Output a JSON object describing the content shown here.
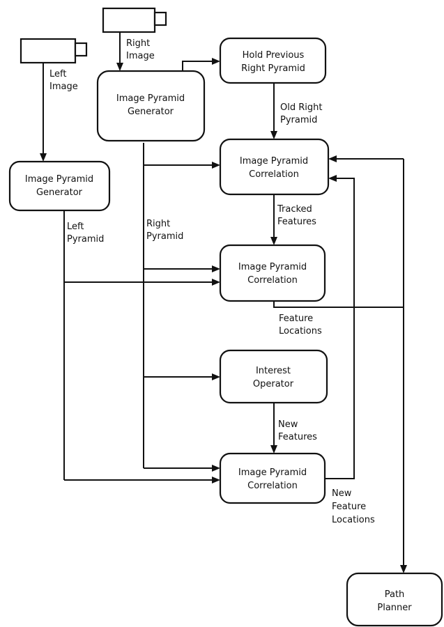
{
  "boxes": {
    "left_generator": [
      "Image Pyramid",
      "Generator"
    ],
    "right_generator": [
      "Image Pyramid",
      "Generator"
    ],
    "hold_previous": [
      "Hold Previous",
      "Right Pyramid"
    ],
    "correlation_top": [
      "Image Pyramid",
      "Correlation"
    ],
    "correlation_mid": [
      "Image Pyramid",
      "Correlation"
    ],
    "interest_operator": [
      "Interest",
      "Operator"
    ],
    "correlation_bottom": [
      "Image Pyramid",
      "Correlation"
    ],
    "path_planner": [
      "Path",
      "Planner"
    ]
  },
  "labels": {
    "left_image": [
      "Left",
      "Image"
    ],
    "right_image": [
      "Right",
      "Image"
    ],
    "old_right_pyramid": [
      "Old Right",
      "Pyramid"
    ],
    "left_pyramid": [
      "Left",
      "Pyramid"
    ],
    "right_pyramid": [
      "Right",
      "Pyramid"
    ],
    "tracked_features": [
      "Tracked",
      "Features"
    ],
    "feature_locations": [
      "Feature",
      "Locations"
    ],
    "new_features": [
      "New",
      "Features"
    ],
    "new_feature_locations": [
      "New",
      "Feature",
      "Locations"
    ]
  }
}
